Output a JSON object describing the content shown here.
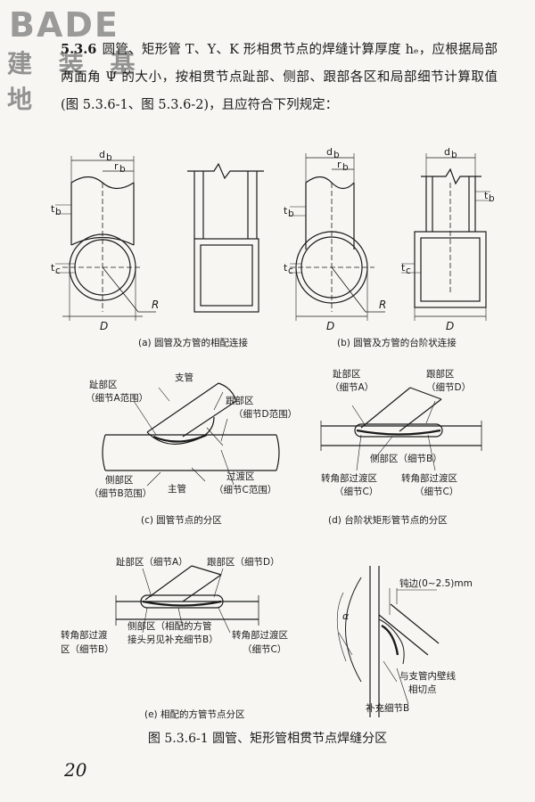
{
  "watermark": {
    "brand": "BADE",
    "cn": "建 装 基 地"
  },
  "section": {
    "number": "5.3.6",
    "text": "圆管、矩形管 T、Y、K 形相贯节点的焊缝计算厚度 hₑ，应根据局部两面角 Ψ 的大小，按相贯节点趾部、侧部、跟部各区和局部细节计算取值(图 5.3.6-1、图 5.3.6-2)，且应符合下列规定："
  },
  "figure_a": {
    "d_b": "d",
    "d_b_sub": "b",
    "r_b": "r",
    "r_b_sub": "b",
    "t_b": "t",
    "t_b_sub": "b",
    "t_c": "t",
    "t_c_sub": "c",
    "D": "D",
    "R": "R",
    "caption": "(a) 圆管及方管的相配连接"
  },
  "figure_b": {
    "d_b": "d",
    "d_b_sub": "b",
    "r_b": "r",
    "r_b_sub": "b",
    "t_b": "t",
    "t_b_sub": "b",
    "t_c": "t",
    "t_c_sub": "c",
    "D": "D",
    "R": "R",
    "caption": "(b)  圆管及方管的台阶状连接"
  },
  "figure_c": {
    "branch": "支管",
    "toe": "趾部区",
    "toe_detail": "（细节A范围）",
    "heel": "跟部区",
    "heel_detail": "（细节D范围）",
    "side": "侧部区",
    "side_detail": "（细节B范围）",
    "main": "主管",
    "transition": "过渡区",
    "transition_detail": "（细节C范围）",
    "caption": "(c) 圆管节点的分区"
  },
  "figure_d": {
    "toe": "趾部区",
    "toe_detail": "（细节A）",
    "heel": "跟部区",
    "heel_detail": "（细节D）",
    "side": "侧部区（细节B）",
    "corner_left": "转角部过渡区",
    "corner_left_detail": "（细节C）",
    "corner_right": "转角部过渡区",
    "corner_right_detail": "（细节C）",
    "caption": "(d) 台阶状矩形管节点的分区"
  },
  "figure_e": {
    "toe": "趾部区（细节A）",
    "heel": "跟部区（细节D）",
    "corner_left_1": "转角部过渡",
    "corner_left_2": "区（细节B）",
    "side_1": "侧部区（相配的方管",
    "side_2": "接头另见补充细节B）",
    "corner_right_1": "转角部过渡区",
    "corner_right_2": "（细节C）",
    "caption": "(e) 相配的方管节点分区"
  },
  "figure_detail": {
    "blunt": "钝边(0~2.5)mm",
    "alpha": "α",
    "tangent_1": "与支管内壁线",
    "tangent_2": "相切点",
    "supplement": "补充细节B"
  },
  "figure_caption": "图 5.3.6-1   圆管、矩形管相贯节点焊缝分区",
  "page_number": "20"
}
